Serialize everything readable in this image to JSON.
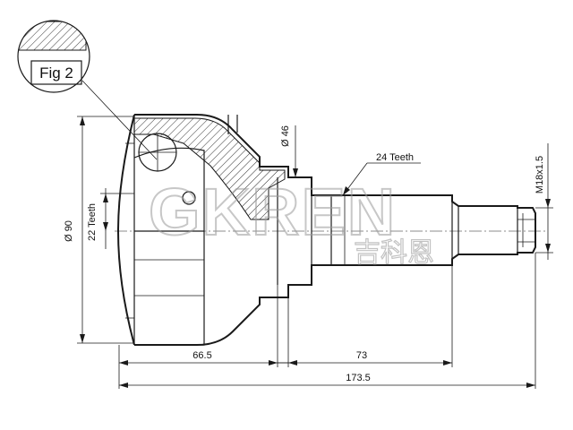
{
  "figure": {
    "label": "Fig 2"
  },
  "dimensions": {
    "outer_diameter": "Ø 90",
    "shaft_diameter": "Ø 46",
    "inner_teeth": "22 Teeth",
    "outer_teeth": "24 Teeth",
    "thread": "M18x1.5",
    "length_bell": "66.5",
    "length_shaft": "73",
    "length_total": "173.5"
  },
  "watermark": {
    "brand": "GKREN",
    "brand_cn": "吉科恩"
  },
  "colors": {
    "ink": "#1a1a1a",
    "watermark": "#9a9a9a",
    "background": "#ffffff"
  }
}
